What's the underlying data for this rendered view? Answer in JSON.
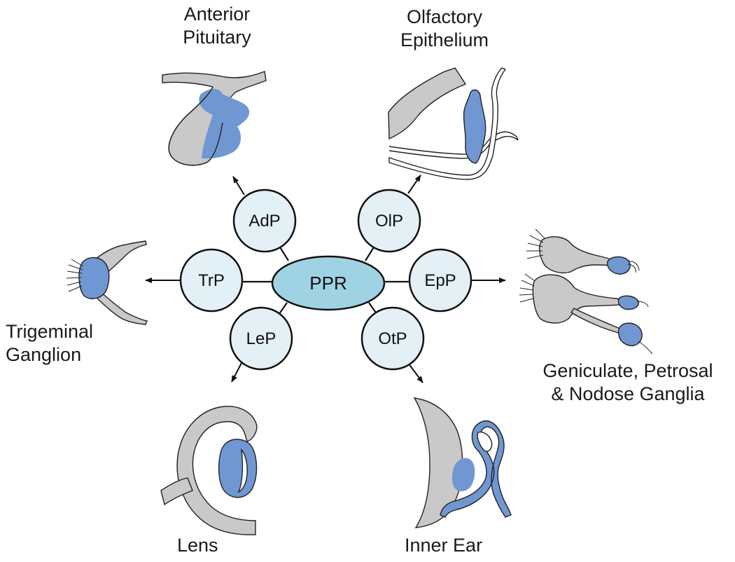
{
  "colors": {
    "hub_fill": "#9fd3e3",
    "node_fill": "#e3f1f6",
    "tissue_gray": "#c9c9c9",
    "marker_blue": "#7097d2",
    "stroke": "#111111"
  },
  "hub": {
    "label": "PPR"
  },
  "placodes": {
    "adp": "AdP",
    "olp": "OlP",
    "trp": "TrP",
    "epp": "EpP",
    "lep": "LeP",
    "otp": "OtP"
  },
  "targets": {
    "anterior_pituitary": {
      "line1": "Anterior",
      "line2": "Pituitary"
    },
    "olfactory_epithelium": {
      "line1": "Olfactory",
      "line2": "Epithelium"
    },
    "trigeminal_ganglion": {
      "line1": "Trigeminal",
      "line2": "Ganglion"
    },
    "epibranchial_ganglia": {
      "line1": "Geniculate, Petrosal",
      "line2": "& Nodose Ganglia"
    },
    "lens": {
      "line1": "Lens"
    },
    "inner_ear": {
      "line1": "Inner Ear"
    }
  }
}
